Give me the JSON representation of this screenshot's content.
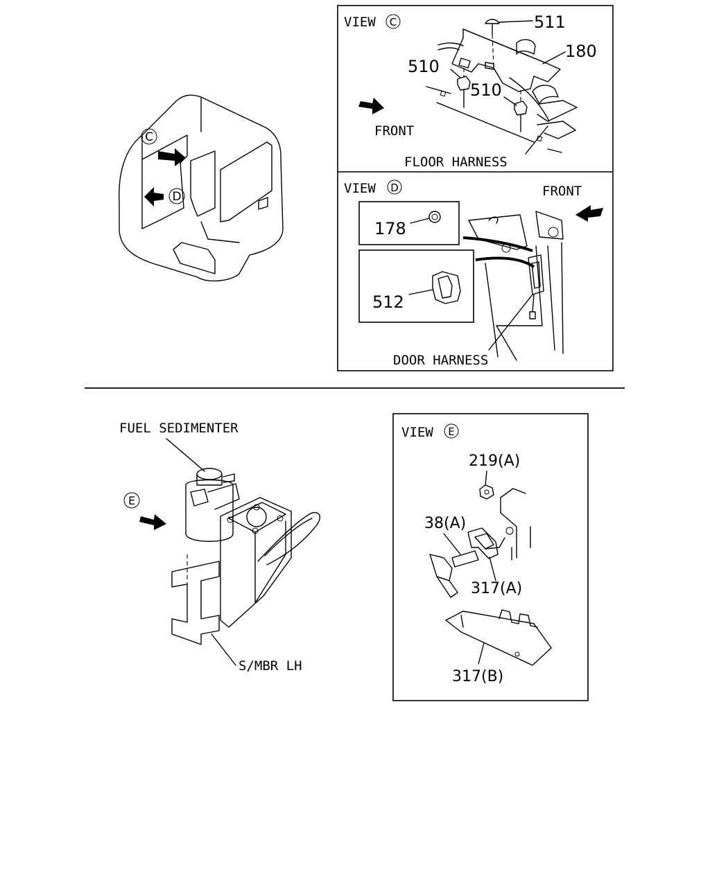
{
  "cab": {
    "marker_c": "C",
    "marker_d": "D"
  },
  "view_c": {
    "title": "VIEW",
    "marker": "C",
    "parts": {
      "p511": "511",
      "p180": "180",
      "p510a": "510",
      "p510b": "510"
    },
    "front": "FRONT",
    "floor_harness": "FLOOR HARNESS"
  },
  "view_d": {
    "title": "VIEW",
    "marker": "D",
    "front": "FRONT",
    "parts": {
      "p178": "178",
      "p512": "512"
    },
    "door_harness": "DOOR HARNESS"
  },
  "fuel": {
    "label": "FUEL SEDIMENTER",
    "marker_e": "E",
    "smbr": "S/MBR LH"
  },
  "view_e": {
    "title": "VIEW",
    "marker": "E",
    "parts": {
      "p219a": "219(A)",
      "p38a": "38(A)",
      "p317a": "317(A)",
      "p317b": "317(B)"
    }
  },
  "colors": {
    "ink": "#000000",
    "paper": "#ffffff"
  }
}
